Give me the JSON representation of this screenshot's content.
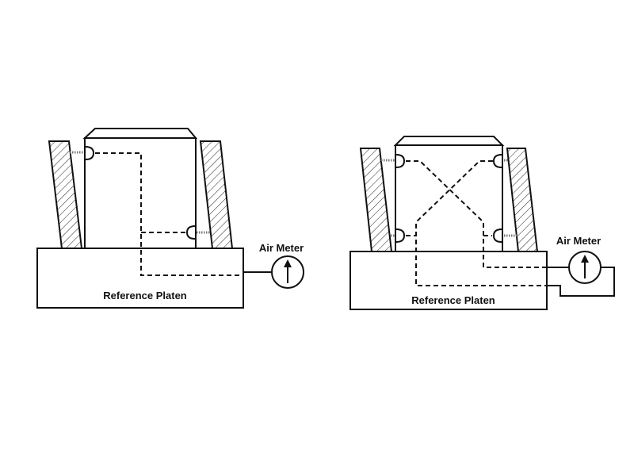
{
  "left_diagram": {
    "meter_label": "Air Meter",
    "platen_label": "Reference Platen"
  },
  "right_diagram": {
    "meter_label": "Air Meter",
    "platen_label": "Reference Platen"
  },
  "colors": {
    "ink": "#111111",
    "background": "#ffffff"
  }
}
